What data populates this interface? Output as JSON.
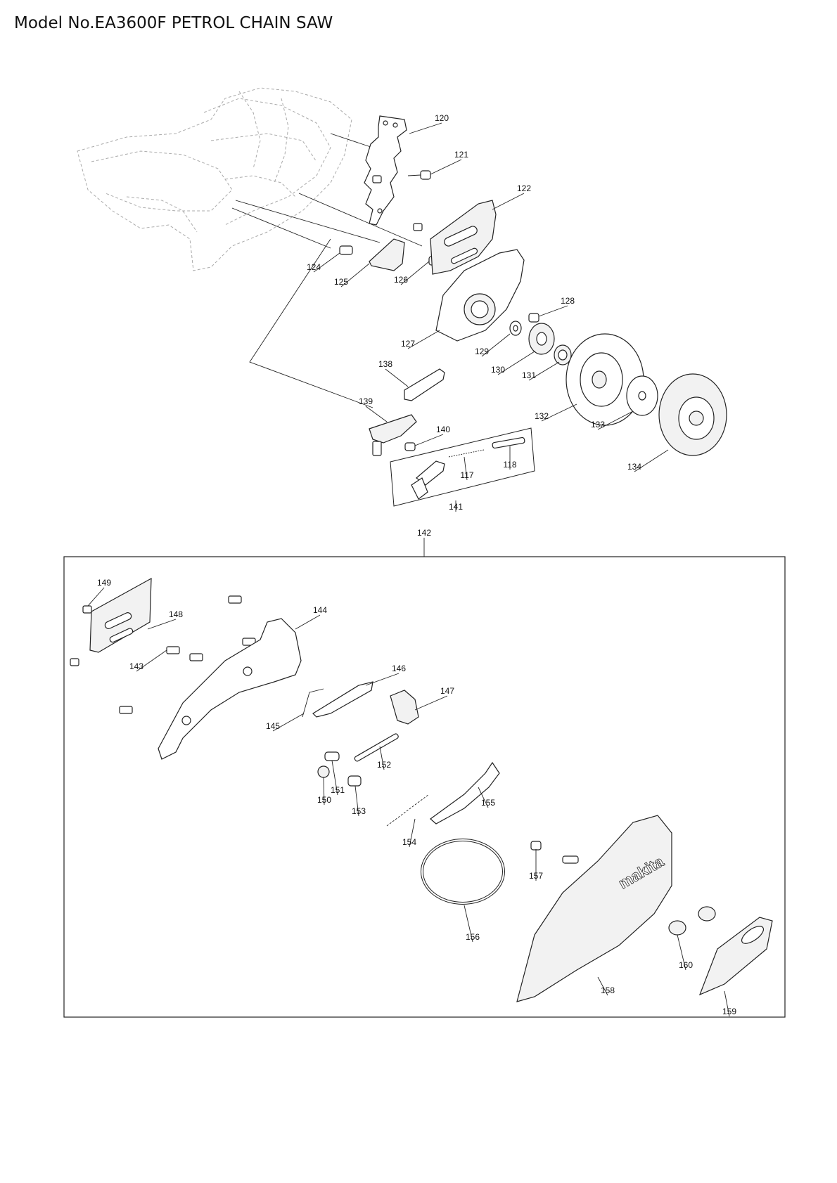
{
  "title": "Model No.EA3600F PETROL CHAIN SAW",
  "parts": [
    {
      "id": "p120",
      "label": "120"
    },
    {
      "id": "p121",
      "label": "121"
    },
    {
      "id": "p122",
      "label": "122"
    },
    {
      "id": "p124",
      "label": "124"
    },
    {
      "id": "p125",
      "label": "125"
    },
    {
      "id": "p126",
      "label": "126"
    },
    {
      "id": "p127",
      "label": "127"
    },
    {
      "id": "p128",
      "label": "128"
    },
    {
      "id": "p129",
      "label": "129"
    },
    {
      "id": "p130",
      "label": "130"
    },
    {
      "id": "p131",
      "label": "131"
    },
    {
      "id": "p132",
      "label": "132"
    },
    {
      "id": "p133",
      "label": "133"
    },
    {
      "id": "p134",
      "label": "134"
    },
    {
      "id": "p138",
      "label": "138"
    },
    {
      "id": "p139",
      "label": "139"
    },
    {
      "id": "p140",
      "label": "140"
    },
    {
      "id": "p117",
      "label": "117"
    },
    {
      "id": "p118",
      "label": "118"
    },
    {
      "id": "p141",
      "label": "141"
    },
    {
      "id": "p142",
      "label": "142"
    },
    {
      "id": "p149",
      "label": "149"
    },
    {
      "id": "p148",
      "label": "148"
    },
    {
      "id": "p144",
      "label": "144"
    },
    {
      "id": "p143",
      "label": "143"
    },
    {
      "id": "p146",
      "label": "146"
    },
    {
      "id": "p147",
      "label": "147"
    },
    {
      "id": "p145",
      "label": "145"
    },
    {
      "id": "p152",
      "label": "152"
    },
    {
      "id": "p151",
      "label": "151"
    },
    {
      "id": "p150",
      "label": "150"
    },
    {
      "id": "p153",
      "label": "153"
    },
    {
      "id": "p155",
      "label": "155"
    },
    {
      "id": "p154",
      "label": "154"
    },
    {
      "id": "p157",
      "label": "157"
    },
    {
      "id": "p156",
      "label": "156"
    },
    {
      "id": "p160",
      "label": "160"
    },
    {
      "id": "p158",
      "label": "158"
    },
    {
      "id": "p159",
      "label": "159"
    }
  ],
  "cover_brand": "makita"
}
